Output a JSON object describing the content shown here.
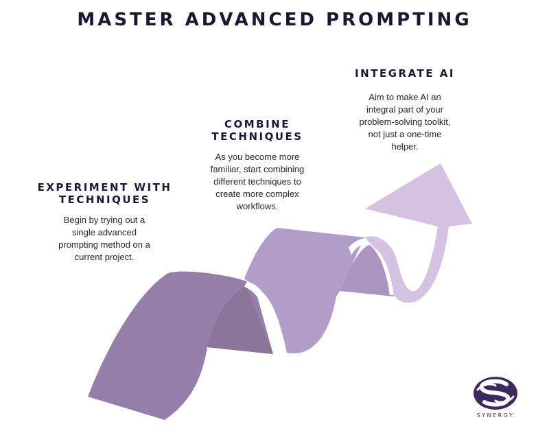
{
  "title": "MASTER ADVANCED PROMPTING",
  "steps": [
    {
      "heading_lines": [
        "EXPERIMENT WITH",
        "TECHNIQUES"
      ],
      "body_lines": [
        "Begin by trying out a",
        "single advanced",
        "prompting method on a",
        "current project."
      ]
    },
    {
      "heading_lines": [
        "COMBINE",
        "TECHNIQUES"
      ],
      "body_lines": [
        "As you become more",
        "familiar, start combining",
        "different techniques to",
        "create more complex",
        "workflows."
      ]
    },
    {
      "heading_lines": [
        "INTEGRATE AI"
      ],
      "body_lines": [
        "Aim to make AI an",
        "integral part of your",
        "problem-solving toolkit,",
        "not just a one-time",
        "helper."
      ]
    }
  ],
  "logo": {
    "wordmark": "SYNERGY",
    "icon": "synergy-s-logo-icon"
  },
  "colors": {
    "heading": "#1e1533",
    "ribbon_dark": "#957fa8",
    "ribbon_mid": "#b29dc8",
    "ribbon_light": "#d5c2e3",
    "logo": "#3b2a5c"
  }
}
